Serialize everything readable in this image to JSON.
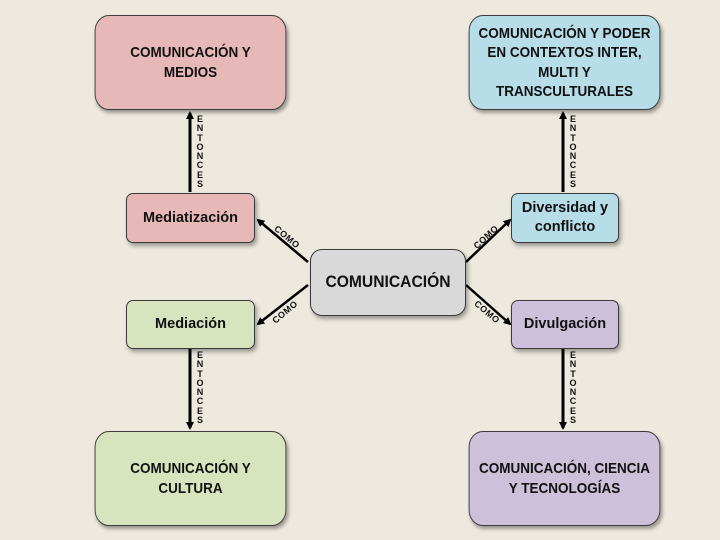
{
  "center": {
    "label": "COMUNICACIÓN"
  },
  "top_left": {
    "line1": "COMUNICACIÓN Y",
    "line2": "MEDIOS"
  },
  "top_right": {
    "line1": "COMUNICACIÓN Y PODER",
    "line2": "EN CONTEXTOS INTER,",
    "line3": "MULTI Y",
    "line4": "TRANSCULTURALES"
  },
  "bottom_left": {
    "line1": "COMUNICACIÓN Y",
    "line2": "CULTURA"
  },
  "bottom_right": {
    "line1": "COMUNICACIÓN, CIENCIA",
    "line2": "Y TECNOLOGÍAS"
  },
  "mid_nodes": {
    "mediatizacion": "Mediatización",
    "mediacion": "Mediación",
    "diversidad_line1": "Diversidad y",
    "diversidad_line2": "conflicto",
    "divulgacion": "Divulgación"
  },
  "connectors": {
    "como": "COMO",
    "entonces": "ENTONCES"
  },
  "colors": {
    "background": "#ede9df",
    "pink": "#e6b8b7",
    "blue": "#b7dde8",
    "green": "#d7e4bd",
    "purple": "#ccc0da",
    "gray": "#d9d9d9"
  }
}
